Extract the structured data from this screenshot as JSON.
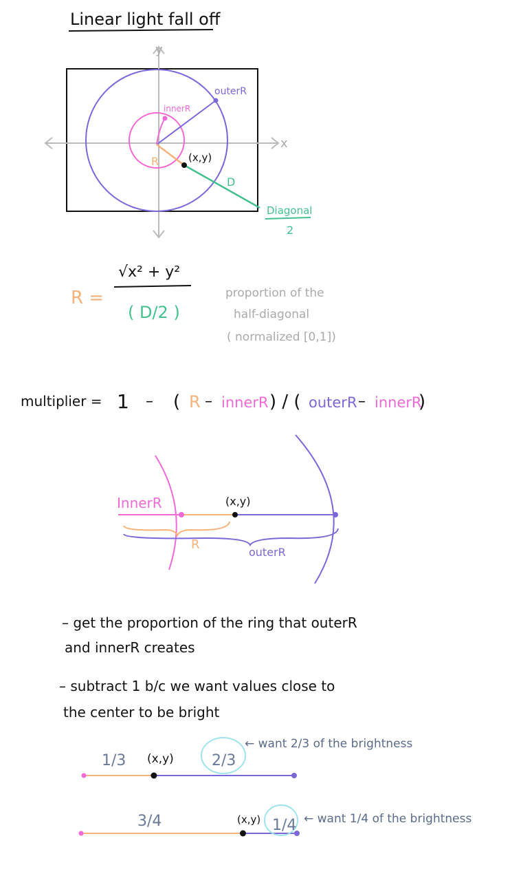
{
  "title": "Linear light fall off",
  "colors": {
    "ink": "#111111",
    "purple": "#7a68d8",
    "pink": "#f06ad6",
    "orange": "#f5b27a",
    "green": "#44c08e",
    "gray": "#b8b8b8",
    "slate": "#5a6a88",
    "cyan": "#9fe3ec"
  },
  "diagram1": {
    "axis_y": "y",
    "axis_x": "x",
    "outer_label": "outerR",
    "inner_label": "innerR",
    "r_label": "R",
    "point_label": "(x,y)",
    "d_label": "D",
    "diag_label": "Diagonal",
    "diag_denominator": "2"
  },
  "formula": {
    "lhs": "R =",
    "numerator": "√x² + y²",
    "denominator": "( D/2 )",
    "note": [
      "proportion of the",
      "half-diagonal",
      "( normalized [0,1])"
    ]
  },
  "multiplier": {
    "prefix": "multiplier =",
    "one": "1",
    "minus": "–",
    "open1": "(",
    "r": "R",
    "dash1": "–",
    "inner1": "innerR",
    "close_slash_open": ") / (",
    "outer": "outerR",
    "dash2": "–",
    "inner2": "innerR",
    "close2": ")"
  },
  "diagram2": {
    "inner_label": "InnerR",
    "point_label": "(x,y)",
    "r_label": "R",
    "outer_label": "outerR"
  },
  "notes": [
    [
      "– get the proportion of the ring that outerR",
      "and innerR creates"
    ],
    [
      "– subtract 1 b/c we want values close to",
      "the center to be bright"
    ]
  ],
  "example1": {
    "left": "1/3",
    "point": "(x,y)",
    "right": "2/3",
    "arrow": "← want 2/3 of the brightness",
    "fraction": 0.333
  },
  "example2": {
    "left": "3/4",
    "point": "(x,y)",
    "right": "1/4",
    "arrow": "← want 1/4 of the brightness",
    "fraction": 0.75
  }
}
